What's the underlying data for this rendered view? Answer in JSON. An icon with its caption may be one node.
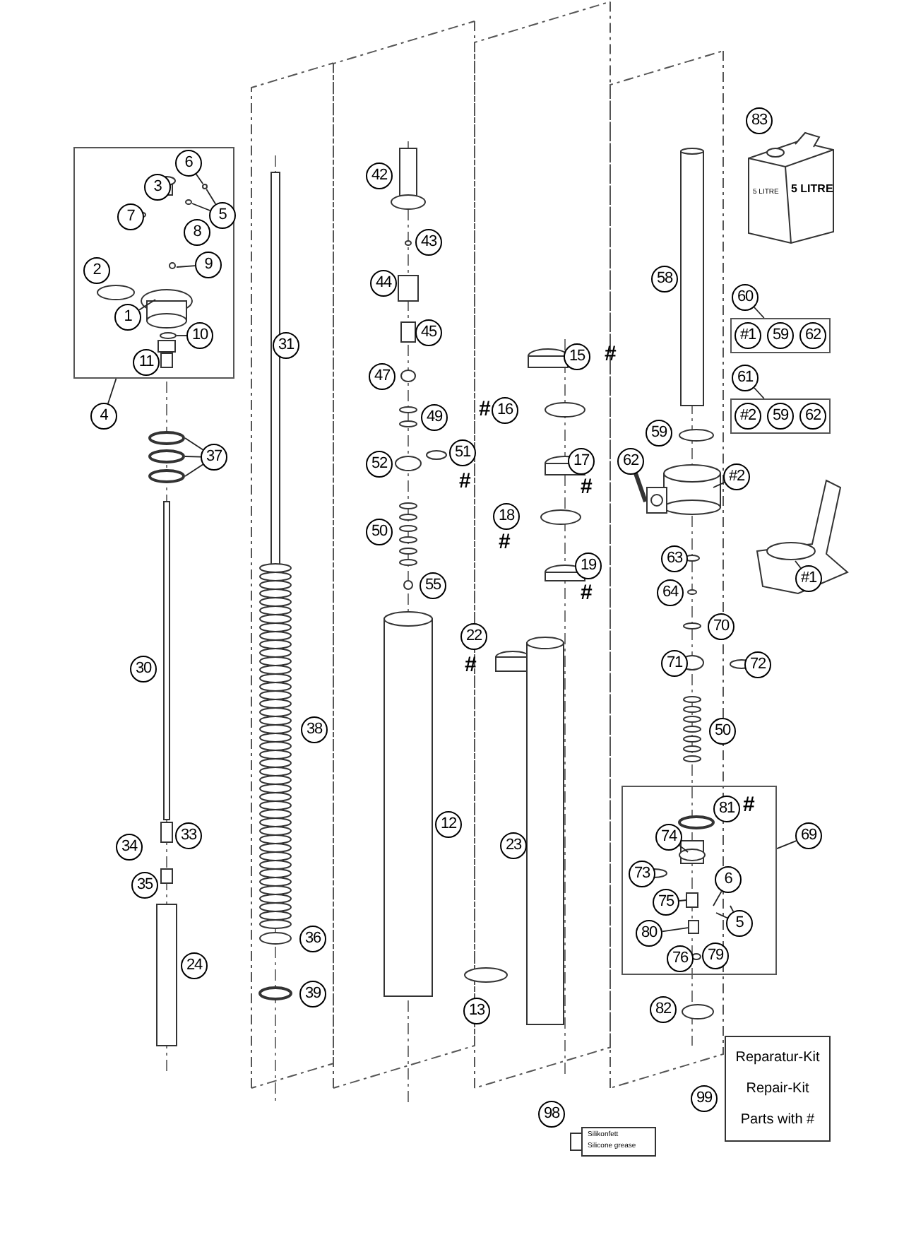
{
  "diagram": {
    "nodes": [
      {
        "text": [],
        "shape": "box"
      },
      {
        "text": [
          "6"
        ],
        "in": 0
      },
      {
        "text": [
          "3"
        ],
        "in": 0
      },
      {
        "text": [
          "5"
        ],
        "in": 0
      },
      {
        "text": [
          "7"
        ],
        "in": 0
      },
      {
        "text": [
          "8"
        ],
        "in": 0
      },
      {
        "text": [
          "9"
        ],
        "in": 0
      },
      {
        "text": [
          "2"
        ],
        "in": 0
      },
      {
        "text": [
          "1"
        ],
        "in": 0
      },
      {
        "text": [
          "10"
        ],
        "in": 0
      },
      {
        "text": [
          "11"
        ],
        "in": 0
      },
      {
        "text": [
          "4"
        ]
      },
      {
        "text": [
          "37"
        ]
      },
      {
        "text": [
          "30"
        ]
      },
      {
        "text": [
          "33"
        ]
      },
      {
        "text": [
          "34"
        ]
      },
      {
        "text": [
          "35"
        ]
      },
      {
        "text": [
          "24"
        ]
      },
      {
        "text": [
          "31"
        ]
      },
      {
        "text": [
          "38"
        ]
      },
      {
        "text": [
          "36"
        ]
      },
      {
        "text": [
          "39"
        ]
      },
      {
        "text": [
          "42"
        ]
      },
      {
        "text": [
          "43"
        ]
      },
      {
        "text": [
          "44"
        ]
      },
      {
        "text": [
          "45"
        ]
      },
      {
        "text": [
          "47"
        ]
      },
      {
        "text": [
          "49"
        ]
      },
      {
        "text": [
          "52"
        ]
      },
      {
        "text": [
          "51"
        ],
        "beside": [
          "#"
        ]
      },
      {
        "text": [
          "50"
        ]
      },
      {
        "text": [
          "55"
        ]
      },
      {
        "text": [
          "12"
        ]
      },
      {
        "text": [
          "13"
        ]
      },
      {
        "text": [
          "15"
        ],
        "beside": [
          "#"
        ]
      },
      {
        "text": [
          "16"
        ],
        "beside": [
          "#"
        ]
      },
      {
        "text": [
          "17"
        ],
        "beside": [
          "#"
        ]
      },
      {
        "text": [
          "18"
        ],
        "beside": [
          "#"
        ]
      },
      {
        "text": [
          "19"
        ],
        "beside": [
          "#"
        ]
      },
      {
        "text": [
          "22"
        ],
        "beside": [
          "#"
        ]
      },
      {
        "text": [
          "23"
        ]
      },
      {
        "text": [
          "83"
        ]
      },
      {
        "text": [
          "58"
        ]
      },
      {
        "text": [
          "60"
        ]
      },
      {
        "text": [
          "#1",
          "59",
          "62"
        ]
      },
      {
        "text": [
          "61"
        ]
      },
      {
        "text": [
          "#2",
          "59",
          "62"
        ]
      },
      {
        "text": [
          "59"
        ]
      },
      {
        "text": [
          "62"
        ]
      },
      {
        "text": [
          "#2"
        ]
      },
      {
        "text": [
          "#1"
        ]
      },
      {
        "text": [
          "63"
        ]
      },
      {
        "text": [
          "64"
        ]
      },
      {
        "text": [
          "70"
        ]
      },
      {
        "text": [
          "71"
        ]
      },
      {
        "text": [
          "72"
        ]
      },
      {
        "text": [
          "50"
        ]
      },
      {
        "text": [],
        "shape": "box"
      },
      {
        "text": [
          "81"
        ],
        "in": 57,
        "beside": [
          "#"
        ]
      },
      {
        "text": [
          "74"
        ],
        "in": 57
      },
      {
        "text": [
          "73"
        ],
        "in": 57
      },
      {
        "text": [
          "6"
        ],
        "in": 57
      },
      {
        "text": [
          "75"
        ],
        "in": 57
      },
      {
        "text": [
          "5"
        ],
        "in": 57
      },
      {
        "text": [
          "80"
        ],
        "in": 57
      },
      {
        "text": [
          "76"
        ],
        "in": 57
      },
      {
        "text": [
          "79"
        ],
        "in": 57
      },
      {
        "text": [
          "69"
        ]
      },
      {
        "text": [
          "82"
        ]
      },
      {
        "text": [
          "98"
        ]
      },
      {
        "text": [
          "Reparatur-Kit",
          "Repair-Kit",
          "Parts with #"
        ]
      },
      {
        "text": [
          "99"
        ]
      },
      {
        "text": [],
        "shape": "circle",
        "in": 0
      },
      {
        "text": [],
        "shape": "circle",
        "in": 0
      },
      {
        "text": [],
        "shape": "box",
        "in": 57
      },
      {
        "text": [],
        "shape": "circle",
        "in": 0
      }
    ],
    "edges": [
      {
        "from": 1,
        "to": 75,
        "arrow": "none"
      },
      {
        "from": 3,
        "to": 72,
        "arrow": "none"
      },
      {
        "from": 3,
        "to": 75,
        "arrow": "none"
      },
      {
        "from": 6,
        "to": null,
        "arrow": "none"
      },
      {
        "from": 8,
        "to": null,
        "arrow": "none"
      },
      {
        "from": 9,
        "to": 73,
        "arrow": "none"
      },
      {
        "from": 11,
        "to": 0,
        "arrow": "none"
      },
      {
        "from": 12,
        "to": null,
        "arrow": "none"
      },
      {
        "from": 12,
        "to": null,
        "arrow": "none"
      },
      {
        "from": 12,
        "to": null,
        "arrow": "none"
      },
      {
        "from": 43,
        "to": 44,
        "arrow": "none"
      },
      {
        "from": 45,
        "to": 46,
        "arrow": "none"
      },
      {
        "from": 49,
        "to": null,
        "arrow": "none"
      },
      {
        "from": 50,
        "to": null,
        "arrow": "none"
      },
      {
        "from": 59,
        "to": null,
        "arrow": "none"
      },
      {
        "from": 61,
        "to": null,
        "arrow": "none"
      },
      {
        "from": 62,
        "to": null,
        "arrow": "none"
      },
      {
        "from": 63,
        "to": null,
        "arrow": "none"
      },
      {
        "from": 63,
        "to": null,
        "arrow": "none"
      },
      {
        "from": 64,
        "to": 74,
        "arrow": "none"
      },
      {
        "from": 67,
        "to": 57,
        "arrow": "none"
      }
    ],
    "labels": [
      "5 LITRE",
      "5 LITRE",
      "Silikonfett",
      "Silicone grease"
    ]
  }
}
